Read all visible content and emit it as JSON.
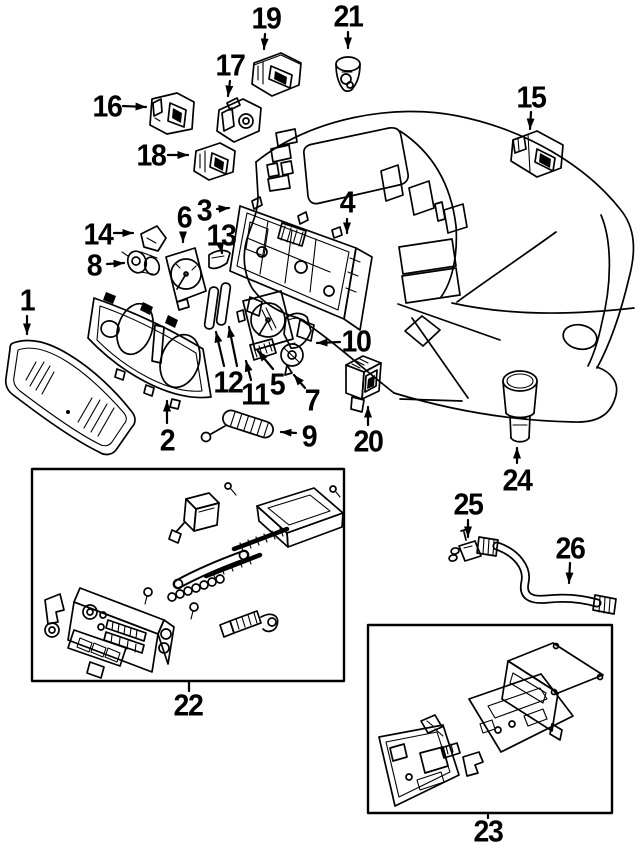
{
  "diagram": {
    "description": "Exploded parts line drawing of an instrument panel: cluster lens, bezel, gauges, switches, lighter, heater control and radio assemblies",
    "background": "#ffffff",
    "line_color": "#000000",
    "callouts": [
      {
        "label": "1"
      },
      {
        "label": "2"
      },
      {
        "label": "3"
      },
      {
        "label": "4"
      },
      {
        "label": "5"
      },
      {
        "label": "6"
      },
      {
        "label": "7"
      },
      {
        "label": "8"
      },
      {
        "label": "9"
      },
      {
        "label": "10"
      },
      {
        "label": "11"
      },
      {
        "label": "12"
      },
      {
        "label": "13"
      },
      {
        "label": "14"
      },
      {
        "label": "15"
      },
      {
        "label": "16"
      },
      {
        "label": "17"
      },
      {
        "label": "18"
      },
      {
        "label": "19"
      },
      {
        "label": "20"
      },
      {
        "label": "21"
      },
      {
        "label": "22"
      },
      {
        "label": "23"
      },
      {
        "label": "24"
      },
      {
        "label": "25"
      },
      {
        "label": "26"
      }
    ]
  }
}
